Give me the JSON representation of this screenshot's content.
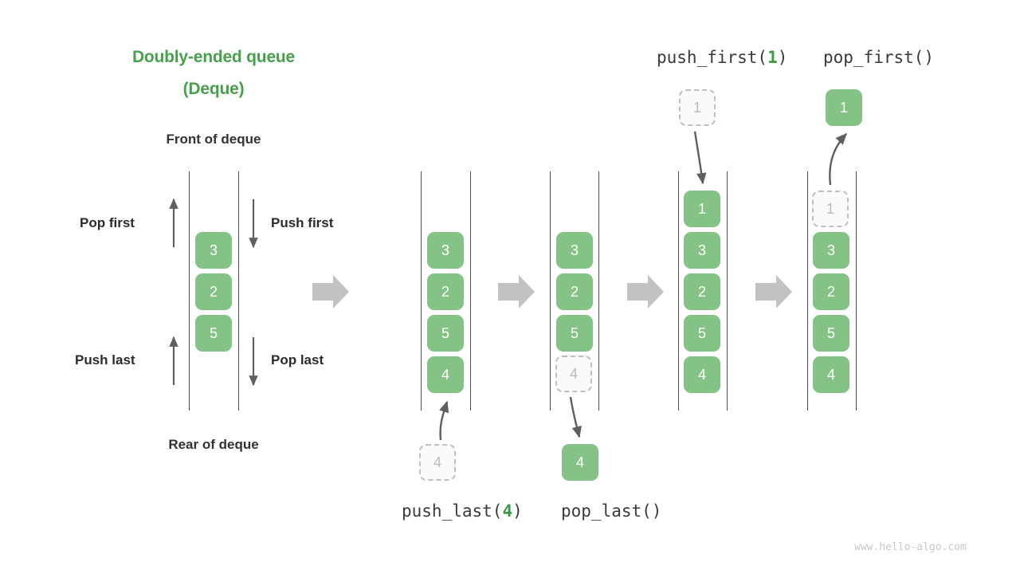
{
  "title": {
    "line1": "Doubly-ended queue",
    "line2": "(Deque)"
  },
  "labels": {
    "front": "Front of deque",
    "rear": "Rear of deque",
    "pop_first": "Pop first",
    "push_first": "Push first",
    "push_last": "Push last",
    "pop_last": "Pop last"
  },
  "operations": {
    "push_last": {
      "name": "push_last(",
      "arg": "4",
      "close": ")"
    },
    "pop_last": {
      "name": "pop_last()"
    },
    "push_first": {
      "name": "push_first(",
      "arg": "1",
      "close": ")"
    },
    "pop_first": {
      "name": "pop_first()"
    }
  },
  "colors": {
    "accent_green": "#47a04b",
    "cell_green": "#85c285",
    "ghost_fill": "#fafafa",
    "ghost_border": "#bfbfbf",
    "rail": "#4d4d4d",
    "block_arrow": "#c2c2c2",
    "thin_arrow": "#5f5f5f",
    "watermark": "#c9c9c9"
  },
  "panels": [
    {
      "id": "panel-overview",
      "cells": [
        "3",
        "2",
        "5"
      ],
      "ghost_inside_top": null,
      "ghost_inside_bottom": null,
      "external_top": null,
      "external_bottom": null
    },
    {
      "id": "panel-push-last-before",
      "cells": [
        "3",
        "2",
        "5",
        "4"
      ],
      "ghost_inside_top": null,
      "ghost_inside_bottom": null,
      "external_top": null,
      "external_bottom": {
        "value": "4",
        "style": "ghost"
      }
    },
    {
      "id": "panel-pop-last",
      "cells": [
        "3",
        "2",
        "5"
      ],
      "ghost_inside_top": null,
      "ghost_inside_bottom": "4",
      "external_top": null,
      "external_bottom": {
        "value": "4",
        "style": "solid"
      }
    },
    {
      "id": "panel-push-first-after",
      "cells": [
        "1",
        "3",
        "2",
        "5",
        "4"
      ],
      "ghost_inside_top": null,
      "ghost_inside_bottom": null,
      "external_top": {
        "value": "1",
        "style": "ghost"
      },
      "external_bottom": null
    },
    {
      "id": "panel-pop-first",
      "cells": [
        "3",
        "2",
        "5",
        "4"
      ],
      "ghost_inside_top": "1",
      "ghost_inside_bottom": null,
      "external_top": {
        "value": "1",
        "style": "solid"
      },
      "external_bottom": null
    }
  ],
  "watermark": "www.hello-algo.com"
}
